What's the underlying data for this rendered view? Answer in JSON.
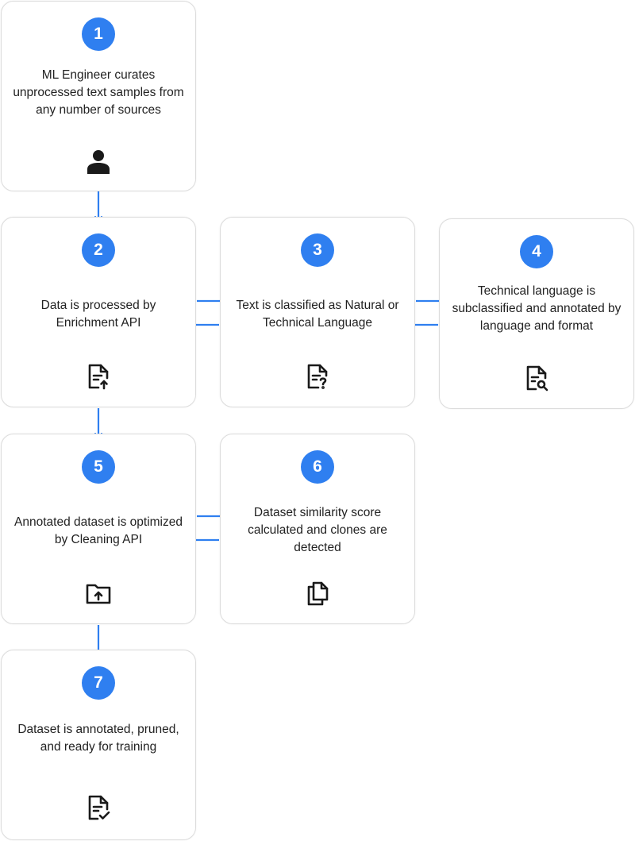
{
  "colors": {
    "accent": "#2f7ff0",
    "card_border": "#dcdcdc",
    "text": "#222222",
    "icon": "#1a1a1a"
  },
  "steps": [
    {
      "number": "1",
      "text": "ML Engineer curates unprocessed text samples from any number of sources",
      "icon": "user-icon"
    },
    {
      "number": "2",
      "text": "Data is processed by Enrichment API",
      "icon": "file-upload-icon"
    },
    {
      "number": "3",
      "text": "Text is classified as Natural or Technical Language",
      "icon": "file-question-icon"
    },
    {
      "number": "4",
      "text": "Technical language is subclassified and annotated by language and format",
      "icon": "file-search-icon"
    },
    {
      "number": "5",
      "text": "Annotated dataset is optimized by Cleaning API",
      "icon": "folder-upload-icon"
    },
    {
      "number": "6",
      "text": "Dataset similarity score calculated and clones are detected",
      "icon": "copy-files-icon"
    },
    {
      "number": "7",
      "text": "Dataset is annotated, pruned, and ready for training",
      "icon": "file-check-icon"
    }
  ]
}
